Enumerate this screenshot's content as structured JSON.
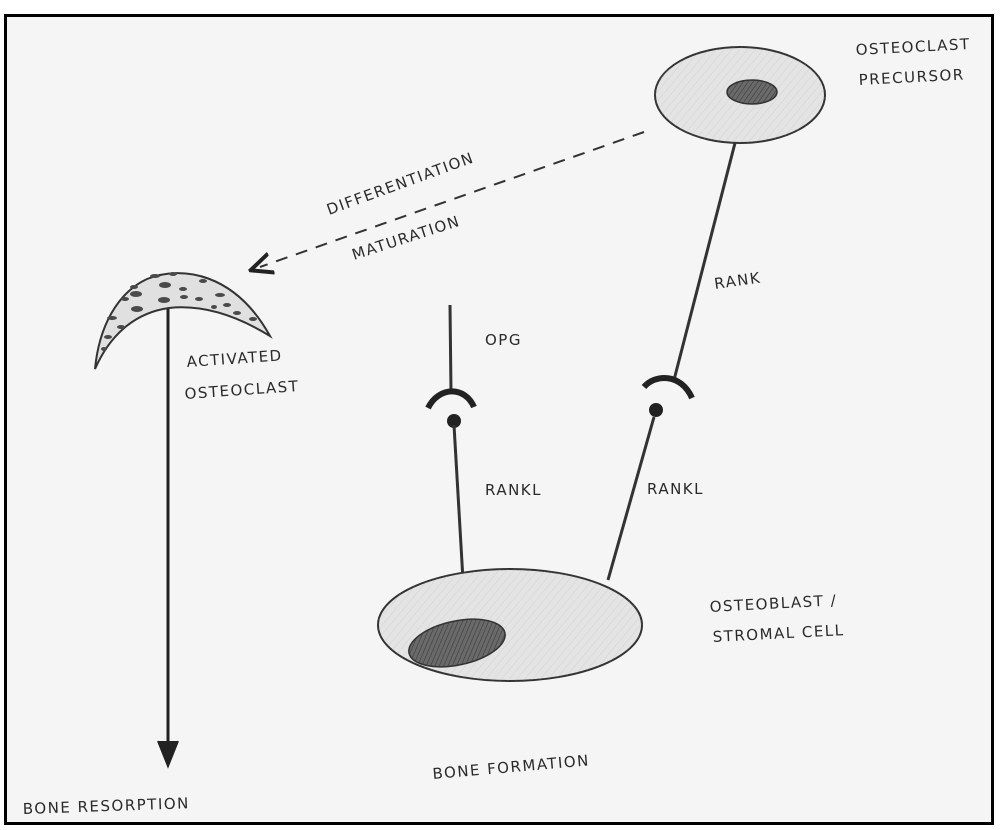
{
  "diagram": {
    "labels": {
      "osteoclast_precursor_line1": "OSTEOCLAST",
      "osteoclast_precursor_line2": "PRECURSOR",
      "differentiation": "DIFFERENTIATION",
      "maturation": "MATURATION",
      "rank": "RANK",
      "opg": "OPG",
      "activated_line1": "ACTIVATED",
      "activated_line2": "OSTEOCLAST",
      "rankl_left": "RANKL",
      "rankl_right": "RANKL",
      "osteoblast_line1": "OSTEOBLAST /",
      "osteoblast_line2": "STROMAL CELL",
      "bone_formation": "BONE FORMATION",
      "bone_resorption": "BONE RESORPTION"
    }
  }
}
